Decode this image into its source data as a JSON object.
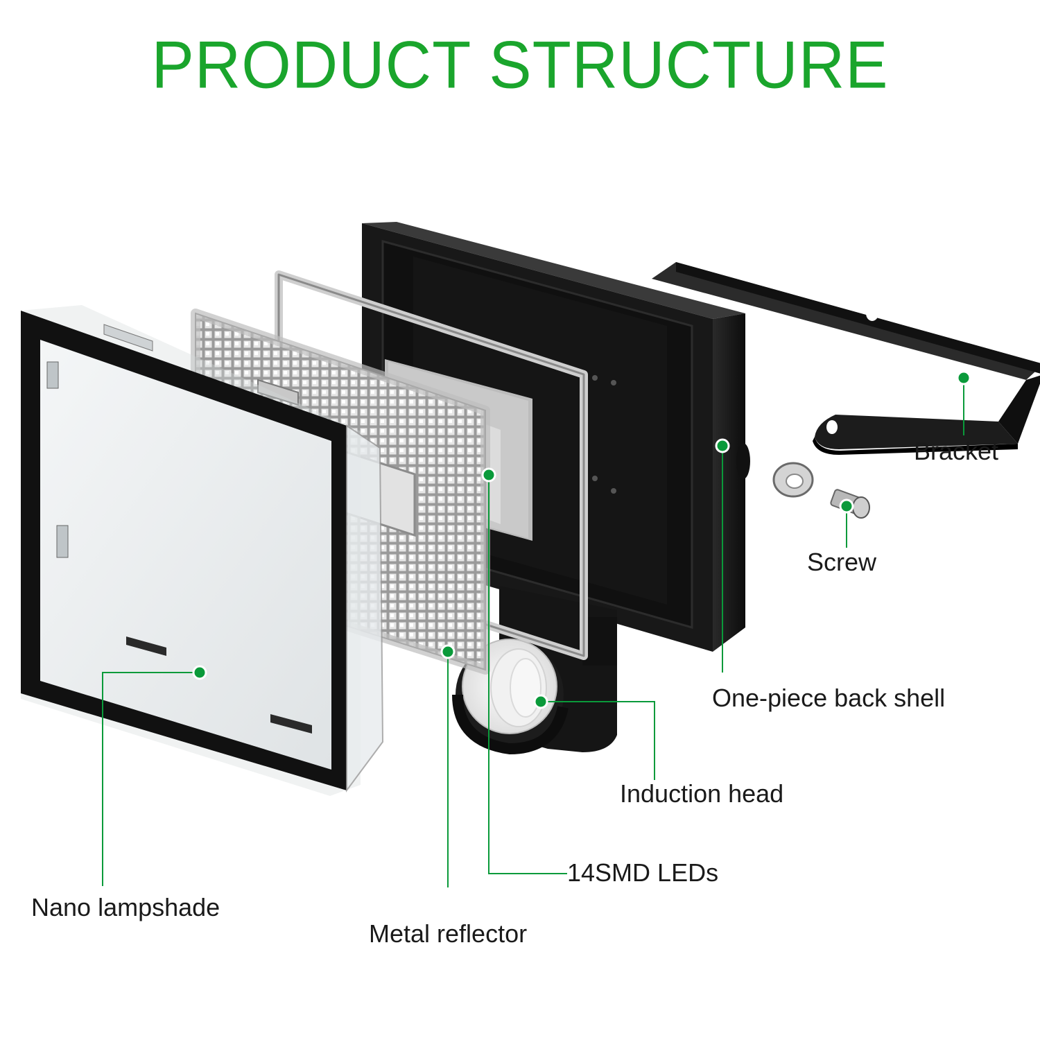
{
  "title": "PRODUCT STRUCTURE",
  "colors": {
    "title": "#1aa52c",
    "callout": "#0a9a3a",
    "dot": "#0a9a3a",
    "housing": "#141414"
  },
  "labels": {
    "bracket": "Bracket",
    "screw": "Screw",
    "back_shell": "One-piece back shell",
    "induction_head": "Induction head",
    "leds": "14SMD LEDs",
    "lampshade": "Nano lampshade",
    "reflector": "Metal reflector"
  }
}
